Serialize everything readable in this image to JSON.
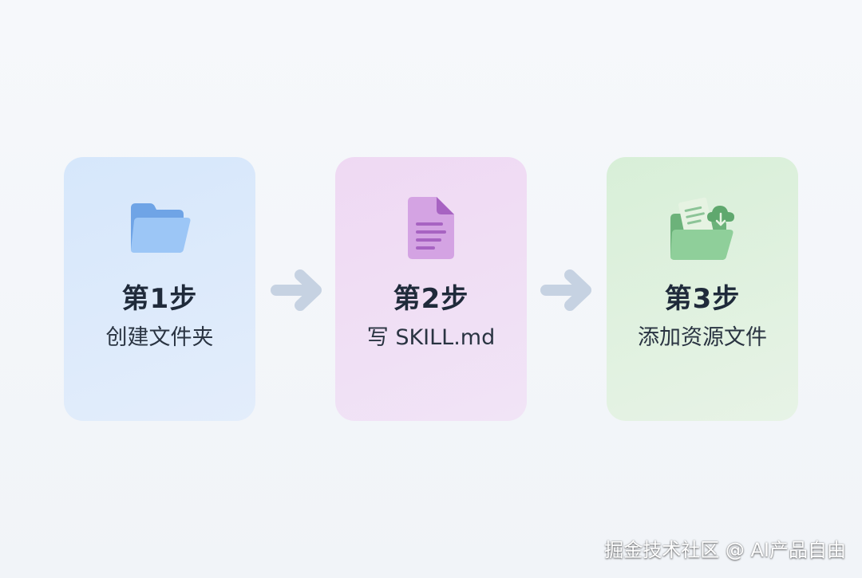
{
  "steps": [
    {
      "number_label": "第1步",
      "description": "创建文件夹",
      "icon": "folder-icon",
      "color": "#d6e7fb"
    },
    {
      "number_label": "第2步",
      "description": "写 SKILL.md",
      "icon": "document-icon",
      "color": "#efd9f3"
    },
    {
      "number_label": "第3步",
      "description": "添加资源文件",
      "icon": "folder-cloud-icon",
      "color": "#d8efd8"
    }
  ],
  "arrow_color": "#c6d2e2",
  "watermark": "掘金技术社区 @ AI产品自由"
}
